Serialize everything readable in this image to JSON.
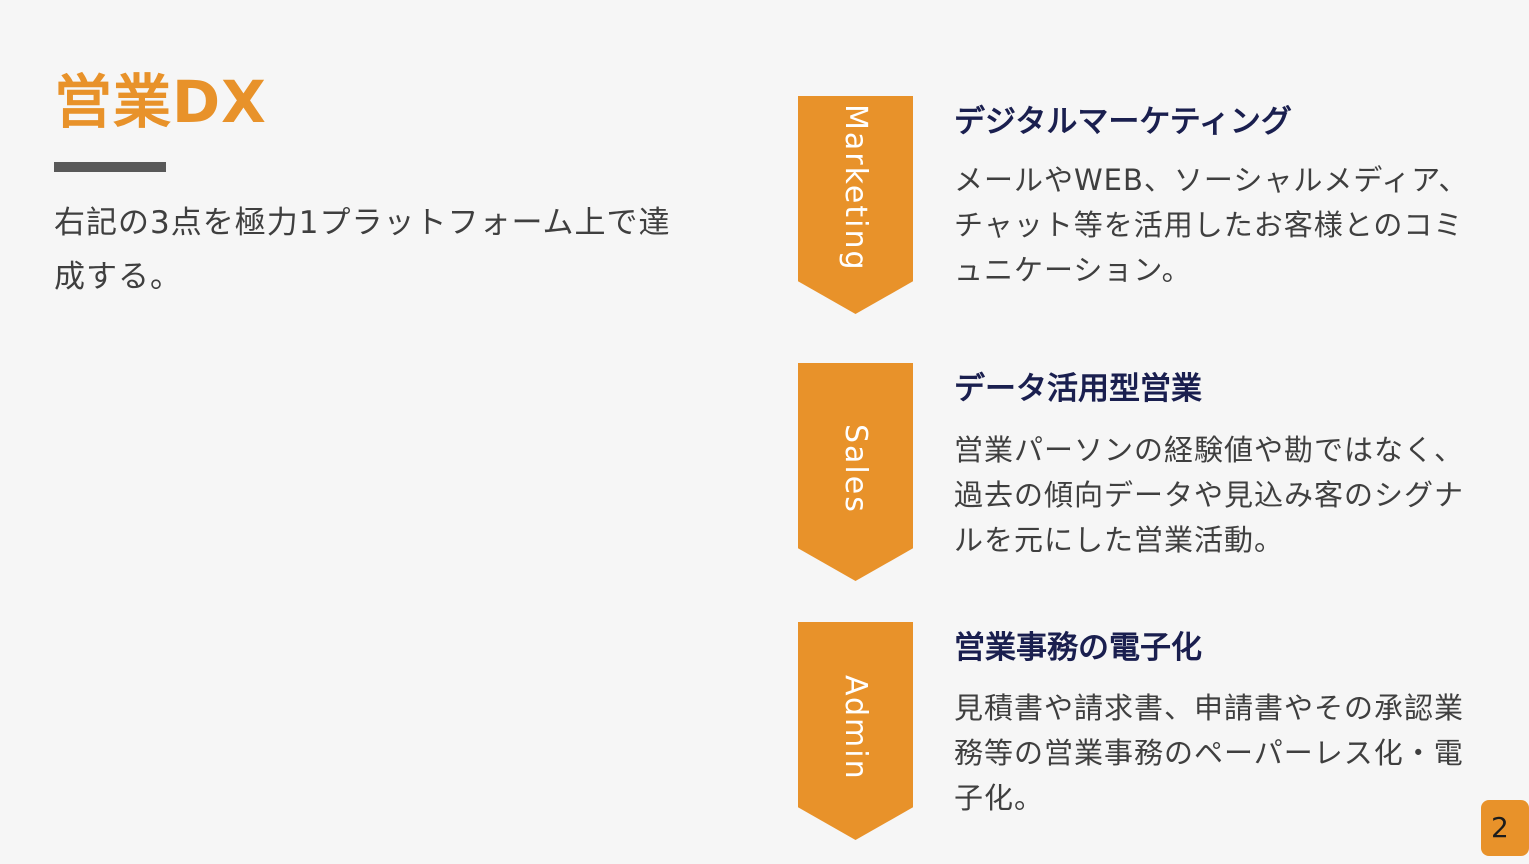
{
  "slide": {
    "title": "営業DX",
    "description": "右記の3点を極力1プラットフォーム上で達成する。",
    "page_number": "2"
  },
  "items": [
    {
      "chevron_label": "Marketing",
      "title": "デジタルマーケティング",
      "text": "メールやWEB、ソーシャルメディア、チャット等を活用したお客様とのコミュニケーション。"
    },
    {
      "chevron_label": "Sales",
      "title": "データ活用型営業",
      "text": "営業パーソンの経験値や勘ではなく、過去の傾向データや見込み客のシグナルを元にした営業活動。"
    },
    {
      "chevron_label": "Admin",
      "title": "営業事務の電子化",
      "text": "見積書や請求書、申請書やその承認業務等の営業事務のペーパーレス化・電子化。"
    }
  ],
  "colors": {
    "accent": "#e8922a",
    "heading": "#1a1f4f",
    "text": "#3f3f3f",
    "divider": "#595959",
    "background": "#f6f6f6"
  }
}
